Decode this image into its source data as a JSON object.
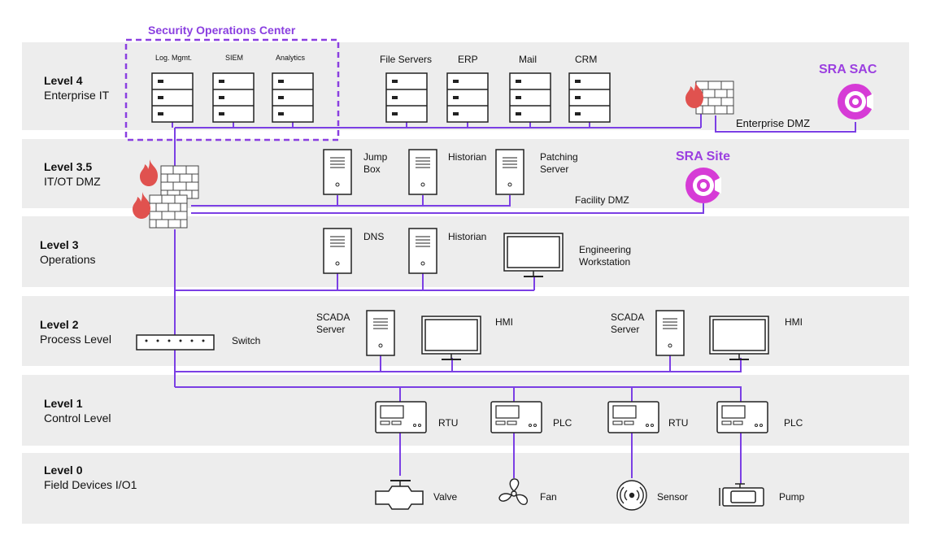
{
  "soc_title": "Security Operations Center",
  "levels": [
    {
      "name": "Level 4",
      "desc": "Enterprise IT"
    },
    {
      "name": "Level 3.5",
      "desc": "IT/OT DMZ"
    },
    {
      "name": "Level 3",
      "desc": "Operations"
    },
    {
      "name": "Level 2",
      "desc": "Process Level"
    },
    {
      "name": "Level 1",
      "desc": "Control Level"
    },
    {
      "name": "Level 0",
      "desc": "Field Devices I/O1"
    }
  ],
  "soc_servers": [
    "Log. Mgmt.",
    "SIEM",
    "Analytics"
  ],
  "it_servers": [
    "File Servers",
    "ERP",
    "Mail",
    "CRM"
  ],
  "enterprise_dmz": "Enterprise DMZ",
  "sra_sac": "SRA SAC",
  "sra_site": "SRA Site",
  "dmz_servers": [
    [
      "Jump",
      "Box"
    ],
    "Historian",
    [
      "Patching",
      "Server"
    ]
  ],
  "facility_dmz": "Facility DMZ",
  "ops": {
    "dns": "DNS",
    "historian": "Historian",
    "eng": [
      "Engineering",
      "Workstation"
    ]
  },
  "process": {
    "switch": "Switch",
    "scada1": [
      "SCADA",
      "Server"
    ],
    "hmi1": "HMI",
    "scada2": [
      "SCADA",
      "Server"
    ],
    "hmi2": "HMI"
  },
  "controllers": [
    "RTU",
    "PLC",
    "RTU",
    "PLC"
  ],
  "field": [
    "Valve",
    "Fan",
    "Sensor",
    "Pump"
  ],
  "colors": {
    "link": "#7b3fe4",
    "band": "#ededed",
    "sra": "#d63bd6",
    "fire": "#e0524f"
  }
}
